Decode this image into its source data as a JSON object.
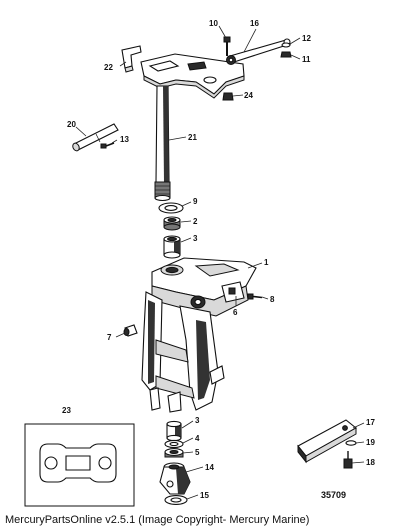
{
  "diagram": {
    "diagram_number": "35709",
    "callouts": {
      "c1": "1",
      "c2": "2",
      "c3a": "3",
      "c3b": "3",
      "c4": "4",
      "c5": "5",
      "c6": "6",
      "c7": "7",
      "c8": "8",
      "c9": "9",
      "c10": "10",
      "c11": "11",
      "c12": "12",
      "c13": "13",
      "c14": "14",
      "c15": "15",
      "c16": "16",
      "c17": "17",
      "c18": "18",
      "c19": "19",
      "c20": "20",
      "c21": "21",
      "c22": "22",
      "c23": "23",
      "c24": "24"
    }
  },
  "footer": {
    "text": "MercuryPartsOnline v2.5.1 (Image Copyright- Mercury Marine)"
  }
}
